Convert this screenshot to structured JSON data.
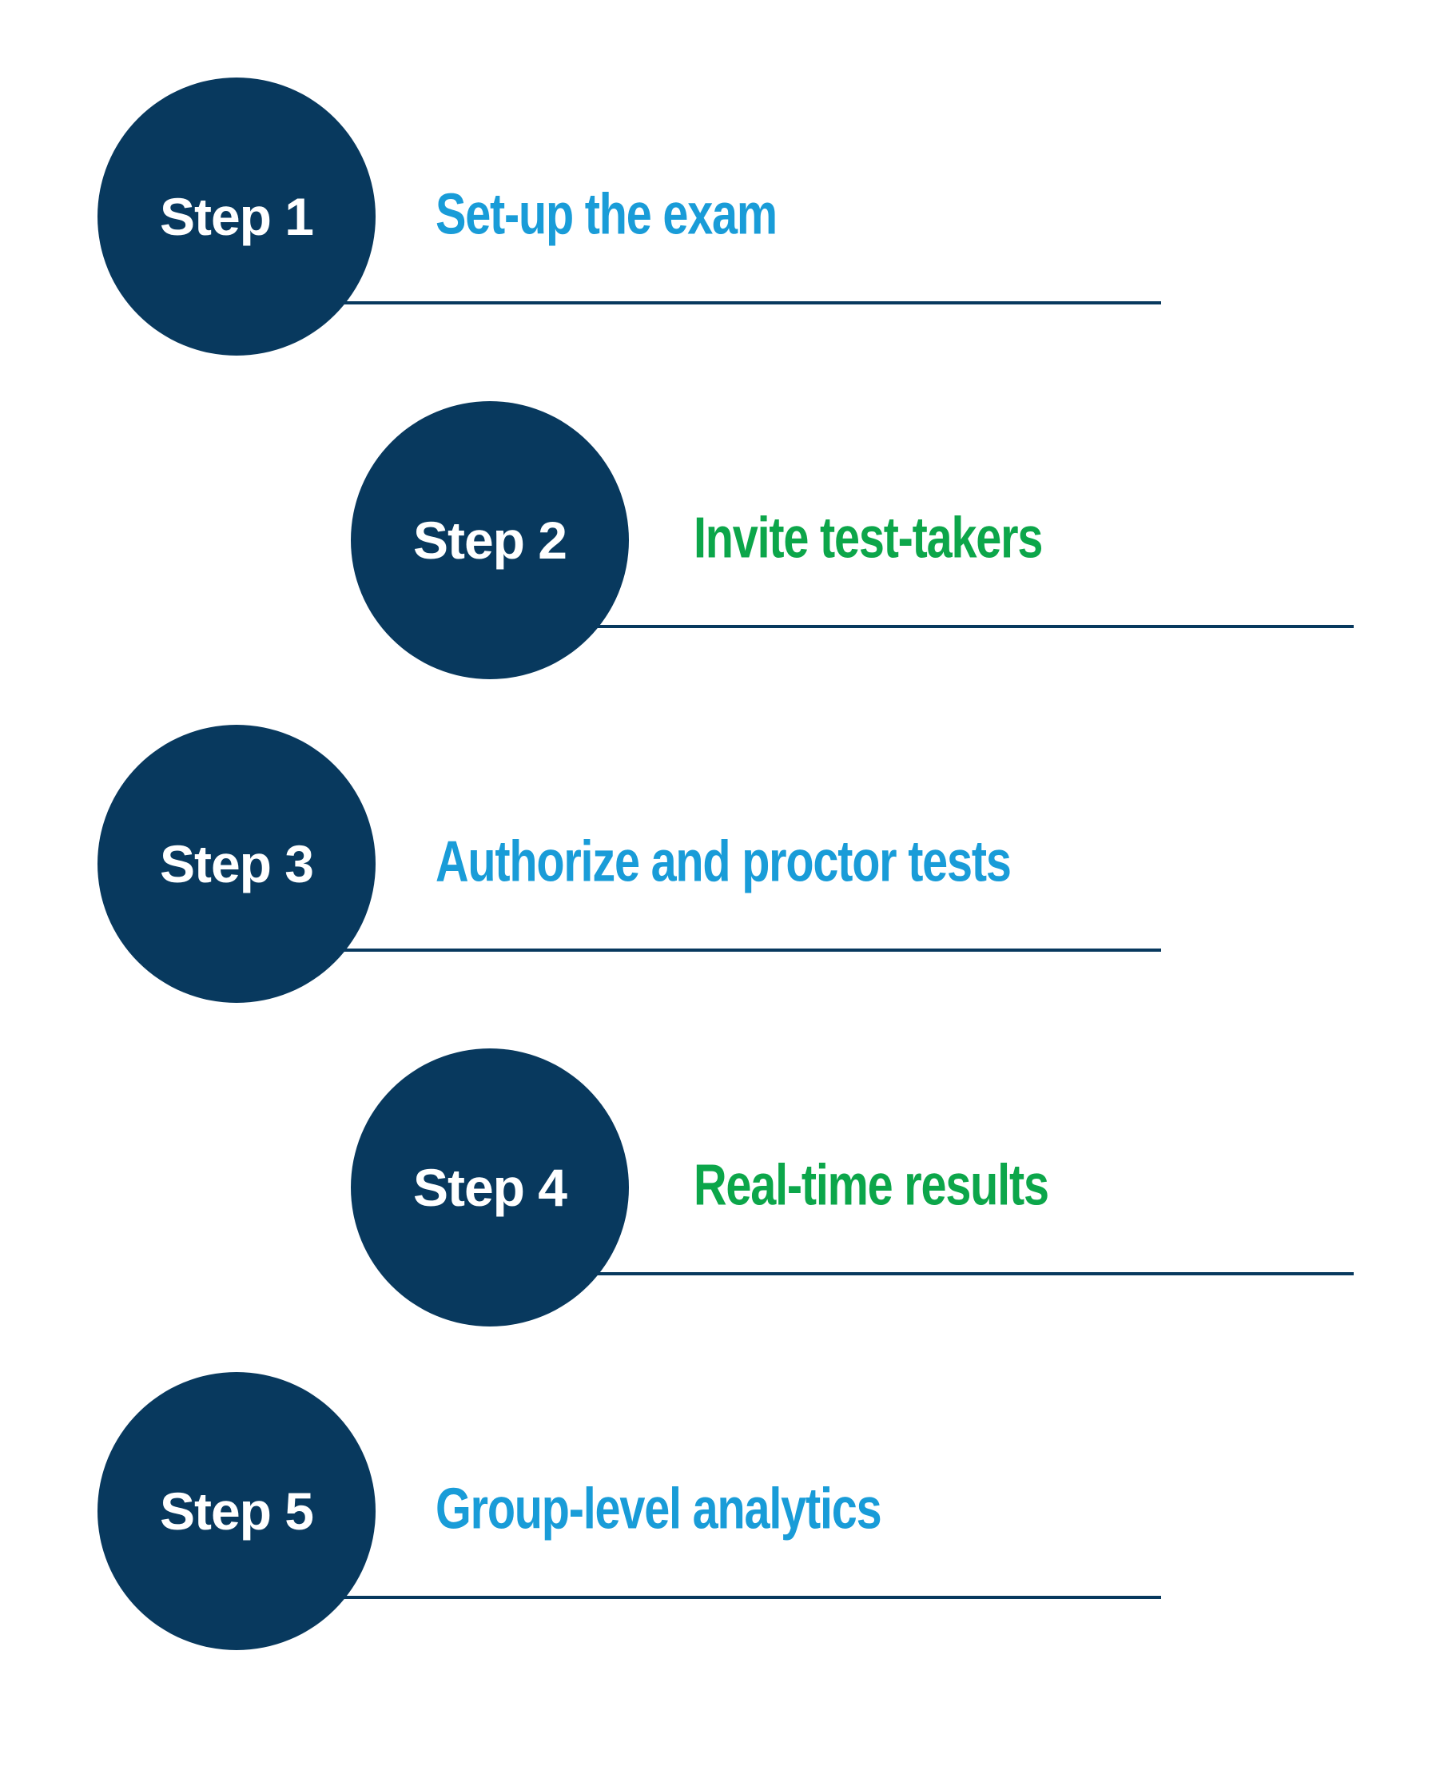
{
  "diagram": {
    "kind": "process-steps",
    "steps": [
      {
        "number_label": "Step 1",
        "title": "Set-up the exam",
        "accent": "blue"
      },
      {
        "number_label": "Step 2",
        "title": "Invite test-takers",
        "accent": "green"
      },
      {
        "number_label": "Step 3",
        "title": "Authorize and proctor tests",
        "accent": "blue"
      },
      {
        "number_label": "Step 4",
        "title": "Real-time results",
        "accent": "green"
      },
      {
        "number_label": "Step 5",
        "title": "Group-level analytics",
        "accent": "blue"
      }
    ],
    "colors": {
      "circle_navy": "#08395e",
      "line_navy": "#08395e",
      "step_number_white": "#ffffff",
      "blue": "#199cd8",
      "green": "#0ca64a"
    }
  }
}
